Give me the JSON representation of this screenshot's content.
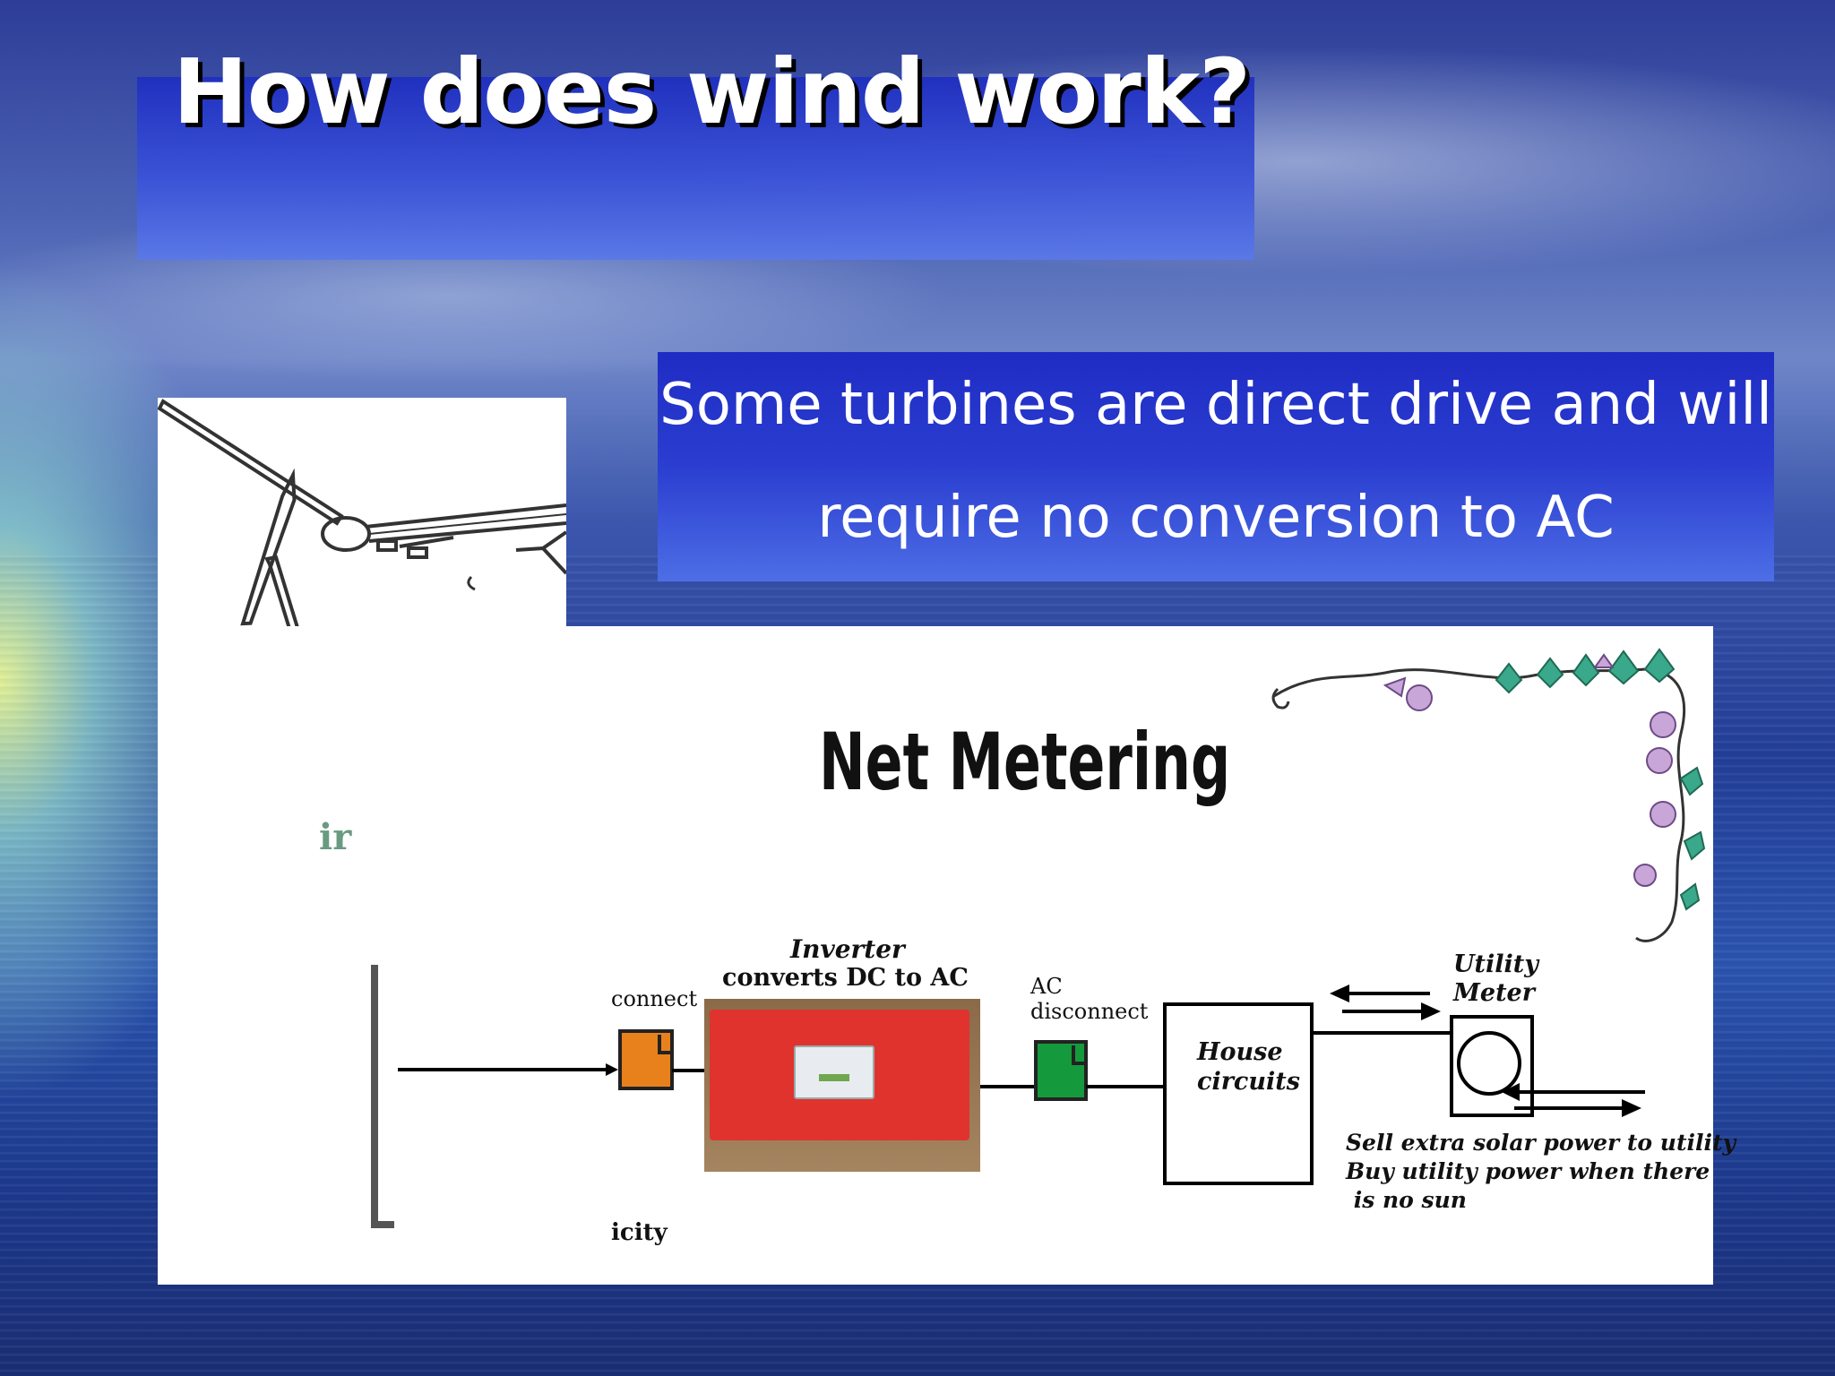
{
  "slide": {
    "title": "How does wind work?",
    "callout": {
      "line1": "Some turbines are direct drive and will",
      "line2": "require no conversion to AC"
    }
  },
  "turbine_image": {
    "partial_label": "ir"
  },
  "net_metering": {
    "title": "Net Metering",
    "labels": {
      "connect": "connect",
      "inverter_line1": "Inverter",
      "inverter_line2": "converts DC to AC",
      "ac_line1": "AC",
      "ac_line2": "disconnect",
      "house_line1": "House",
      "house_line2": "circuits",
      "meter_line1": "Utility",
      "meter_line2": "Meter",
      "note_line1": "Sell extra solar power to utility",
      "note_line2": "Buy  utility power when there",
      "note_line3": " is no sun",
      "bottom_fragment": "icity"
    },
    "colors": {
      "dc_disconnect": "#e8811c",
      "ac_disconnect": "#149a3c",
      "inverter": "#e0332e"
    }
  }
}
